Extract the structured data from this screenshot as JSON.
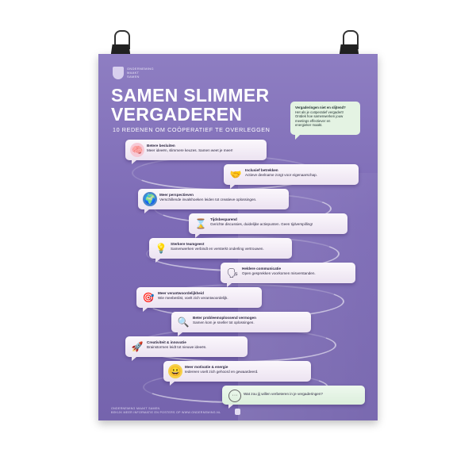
{
  "organization": [
    "ONDERNEMING",
    "MAAKT",
    "SAMEN"
  ],
  "title_line1": "SAMEN SLIMMER",
  "title_line2": "VERGADEREN",
  "subtitle": "10 REDENEN OM COÖPERATIEF TE OVERLEGGEN",
  "callout": [
    "Vergaderingen niet en slijtend?",
    "Het als je coöperatief vergadert!",
    "Ontdek hoe samenwerken jouw",
    "meetings effectiever en",
    "energieker maakt."
  ],
  "items": [
    {
      "title": "Betere besluiten",
      "desc": "Meer ideeën, slimmere keuzes. Samen weet je meer!",
      "icon": "brain-icon"
    },
    {
      "title": "Inclusief betrekken",
      "desc": "Actieve deelname zorgt voor eigenaarschap.",
      "icon": "handshake-icon"
    },
    {
      "title": "Meer perspectieven",
      "desc": "Verschillende invalshoeken leiden tot creatieve oplossingen.",
      "icon": "globe-icon"
    },
    {
      "title": "Tijdsbesparend",
      "desc": "Gerichte discussies, duidelijke actiepunten. Geen tijdverspilling!",
      "icon": "hourglass-icon"
    },
    {
      "title": "Sterkere teamgeest",
      "desc": "Samenwerken verbindt en versterkt onderling vertrouwen.",
      "icon": "lightbulb-icon"
    },
    {
      "title": "Heldere communicatie",
      "desc": "Open gesprekken voorkomen misverstanden.",
      "icon": "speaking-head-icon"
    },
    {
      "title": "Meer verantwoordelijkheid",
      "desc": "Wie meebeslist, voelt zich verantwoordelijk.",
      "icon": "target-icon"
    },
    {
      "title": "Beter probleemoplossend vermogen",
      "desc": "Samen kom je sneller tot oplossingen.",
      "icon": "magnifier-icon"
    },
    {
      "title": "Creativiteit & innovatie",
      "desc": "Brainstormen leidt tot nieuwe ideeën.",
      "icon": "rocket-icon"
    },
    {
      "title": "Meer motivatie & energie",
      "desc": "Iedereen voelt zich gehoord en gewaardeerd.",
      "icon": "smiley-icon"
    }
  ],
  "question": "Wat zou jij willen verbeteren in je vergaderingen?",
  "footer": [
    "ONDERNEMING MAAKT SAMEN",
    "BEKIJK MEER INFORMATIE EN POSTERS OP WWW.ONDERNEMING.NL"
  ]
}
